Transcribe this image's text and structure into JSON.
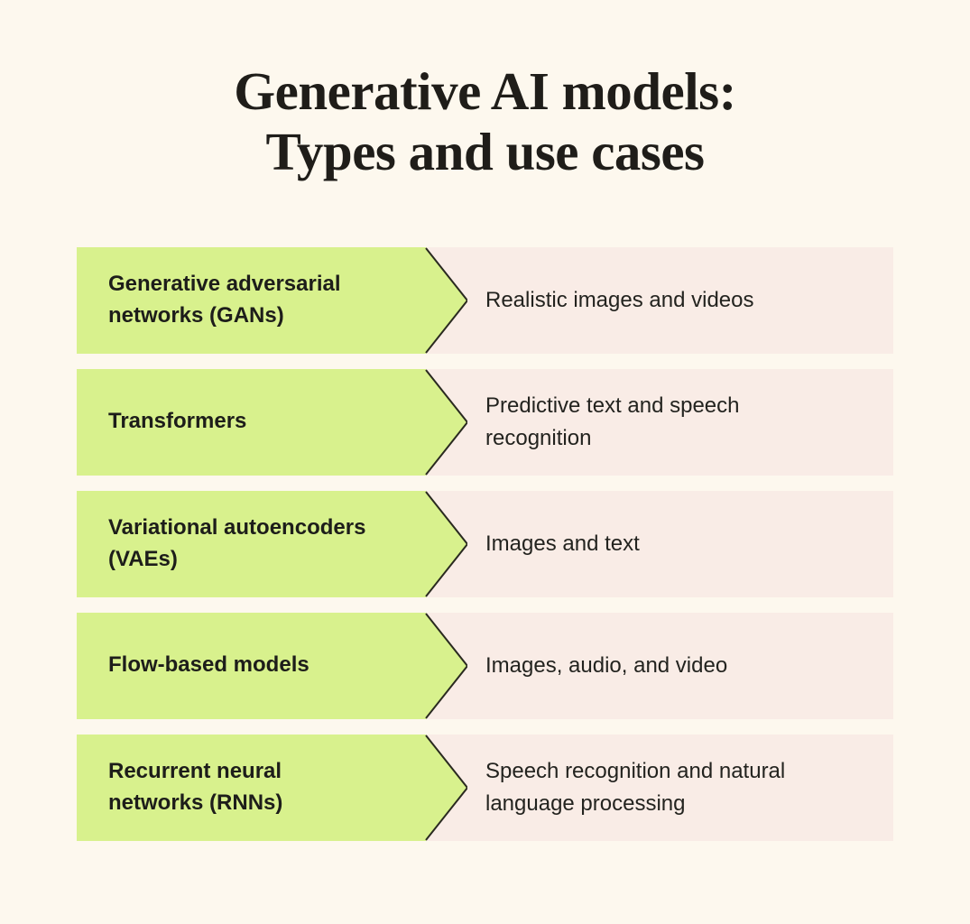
{
  "title": "Generative AI models:\nTypes and use cases",
  "rows": [
    {
      "model": "Generative adversarial\nnetworks (GANs)",
      "use_case": "Realistic images and videos"
    },
    {
      "model": "Transformers",
      "use_case": "Predictive text and speech\nrecognition"
    },
    {
      "model": "Variational autoencoders\n(VAEs)",
      "use_case": "Images and text"
    },
    {
      "model": "Flow-based models",
      "use_case": "Images, audio, and video"
    },
    {
      "model": "Recurrent neural\nnetworks (RNNs)",
      "use_case": "Speech recognition and natural\nlanguage processing"
    }
  ],
  "colors": {
    "background": "#fdf8ee",
    "arrow_fill": "#d8f18d",
    "arrow_stroke": "#2a2a20",
    "usecase_fill": "#f9ece6",
    "title_color": "#1f1d19",
    "text_color": "#1d1d1a"
  }
}
